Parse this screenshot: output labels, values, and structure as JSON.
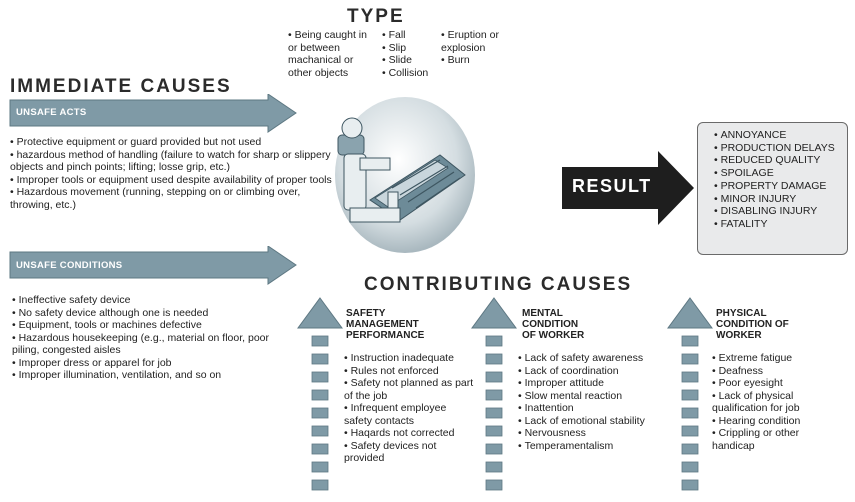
{
  "type_section": {
    "title": "TYPE",
    "col1": [
      "Being caught in or between machanical or other objects"
    ],
    "col2": [
      "Fall",
      "Slip",
      "Slide",
      "Collision"
    ],
    "col3": [
      "Eruption or explosion",
      "Burn"
    ]
  },
  "immediate_causes": {
    "title": "IMMEDIATE CAUSES",
    "unsafe_acts": {
      "label": "UNSAFE ACTS",
      "items": [
        "Protective equipment or guard provided but not used",
        "hazardous method of handling (failure to watch for sharp or slippery objects and pinch points; lifting; losse grip, etc.)",
        "Improper tools or equipment used despite availability of proper tools",
        "Hazardous movement (running, stepping on or climbing over, throwing, etc.)"
      ]
    },
    "unsafe_conditions": {
      "label": "UNSAFE CONDITIONS",
      "items": [
        "Ineffective safety device",
        "No safety device although one is needed",
        "Equipment, tools or machines defective",
        "Hazardous housekeeping (e.g., material on floor, poor piling, congested aisles",
        "Improper dress or apparel for job",
        "Improper illumination, ventilation, and so on"
      ]
    }
  },
  "result": {
    "label": "RESULT",
    "items": [
      "ANNOYANCE",
      "PRODUCTION DELAYS",
      "REDUCED QUALITY",
      "SPOILAGE",
      "PROPERTY DAMAGE",
      "MINOR INJURY",
      "DISABLING INJURY",
      "FATALITY"
    ]
  },
  "contributing_causes": {
    "title": "CONTRIBUTING CAUSES",
    "columns": [
      {
        "heading": "SAFETY MANAGEMENT PERFORMANCE",
        "items": [
          "Instruction inadequate",
          "Rules not enforced",
          "Safety not planned as part of the job",
          "Infrequent employee safety contacts",
          "Haqards not corrected",
          "Safety devices not provided"
        ]
      },
      {
        "heading": "MENTAL CONDITION OF WORKER",
        "items": [
          "Lack of safety awareness",
          "Lack of coordination",
          "Improper attitude",
          "Slow mental reaction",
          "Inattention",
          "Lack of emotional stability",
          "Nervousness",
          "Temperamentalism"
        ]
      },
      {
        "heading": "PHYSICAL CONDITION OF WORKER",
        "items": [
          "Extreme fatigue",
          "Deafness",
          "Poor eyesight",
          "Lack of physical qualification  for job",
          "Hearing condition",
          "Crippling or other handicap"
        ]
      }
    ]
  },
  "colors": {
    "arrow_fill": "#7f9aa6",
    "arrow_edge": "#5e7883",
    "result_arrow": "#1e1e1e",
    "result_box": "#e9eaeb"
  }
}
